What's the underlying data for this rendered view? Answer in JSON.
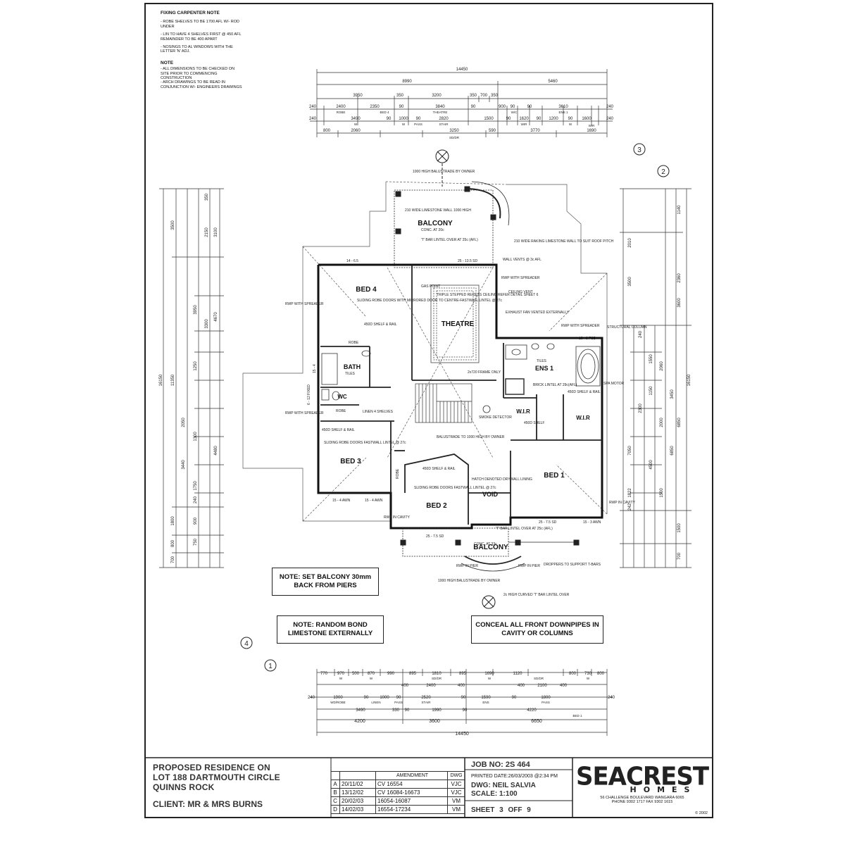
{
  "fixing_note": {
    "title": "FIXING CARPENTER NOTE",
    "items": [
      "- ROBE SHELVES TO BE 1700 AFL W/- ROD UNDER",
      "- LIN TO HAVE 4 SHELVES FIRST @ 450 AFL REMAINDER TO BE 400 APART",
      "- NOSINGS TO AL WINDOWS WITH THE LETTER 'N' ADJ."
    ],
    "note_title": "NOTE",
    "note_items": [
      "- ALL DIMENSIONS TO BE CHECKED ON SITE PRIOR TO COMMENCING CONSTRUCTION",
      "- ARCH DRAWINGS TO BE READ IN CONJUNCTION W/- ENGINEERS DRAWINGS"
    ]
  },
  "top_dims": {
    "overall": "14450",
    "row1": [
      "8990",
      "5460"
    ],
    "row2": [
      "3950",
      "350",
      "3200",
      "350",
      "700",
      "350"
    ],
    "row3": [
      "240",
      "2400",
      "2350",
      "90",
      "3840",
      "90",
      "900",
      "90",
      "90",
      "3610",
      "240"
    ],
    "row4": [
      "240",
      "3490",
      "90",
      "1000",
      "90",
      "2820",
      "1500",
      "90",
      "1620",
      "90",
      "1200",
      "90",
      "1600",
      "240"
    ],
    "row5": [
      "800",
      "2060",
      "3250",
      "590",
      "3770",
      "1690"
    ],
    "row3_labels": [
      "ROBE",
      "BED 4",
      "THEATRE",
      "W/C",
      "ENS 1",
      "WIR"
    ],
    "row4_labels": [
      "W",
      "W",
      "PASS",
      "STAIR",
      "WIR",
      "W"
    ],
    "row5_label": "SD/DR"
  },
  "bottom_dims": {
    "overall": "14450",
    "row1": [
      "770",
      "970",
      "500",
      "870",
      "990",
      "895",
      "1810",
      "895",
      "1690",
      "1120",
      "800",
      "730",
      "800"
    ],
    "row2": [
      "400",
      "2400",
      "400",
      "400",
      "2100",
      "400"
    ],
    "row3": [
      "240",
      "1900",
      "90",
      "1000",
      "90",
      "2520",
      "90",
      "1590",
      "90",
      "1800",
      "240"
    ],
    "row4": [
      "3490",
      "330",
      "90",
      "1990",
      "90",
      "4220"
    ],
    "row5": [
      "4200",
      "3600",
      "6650"
    ],
    "row1_labels": [
      "W",
      "W",
      "SD/DR",
      "W",
      "SD/DR",
      "W"
    ],
    "row3_labels": [
      "WD/ROBE",
      "LINEN",
      "PASS",
      "STAIR",
      "ENS",
      "PASS",
      "BED 1"
    ]
  },
  "left_dims": {
    "overall": "16150",
    "sub": [
      "3500",
      "11350",
      "1800",
      "700",
      "800"
    ],
    "inner": [
      "350",
      "2150",
      "3100",
      "3950",
      "3300",
      "4670",
      "1250",
      "2050",
      "3440",
      "4480",
      "1750",
      "240",
      "900",
      "750",
      "1300"
    ]
  },
  "right_dims": {
    "overall": "16150",
    "sub": [
      "1140",
      "2360",
      "3600",
      "6850",
      "1500",
      "700"
    ],
    "inner": [
      "3500",
      "2010",
      "240",
      "1550",
      "2060",
      "3450",
      "6850",
      "7050",
      "4500",
      "1822",
      "242",
      "1500",
      "2000",
      "1150",
      "2300"
    ]
  },
  "rooms": {
    "bed4": "BED 4",
    "theatre": "THEATRE",
    "bath": "BATH",
    "wc": "WC",
    "ens1": "ENS 1",
    "wir1": "W.I.R",
    "wir2": "W.I.R",
    "bed3": "BED 3",
    "bed2": "BED 2",
    "void": "VOID",
    "bed1": "BED 1",
    "balcony_top": "BALCONY",
    "balcony_bottom": "BALCONY"
  },
  "annotations": {
    "balustrade_top": "1000 HIGH BALUSTRADE BY OWNER",
    "limestone_wall": "210 WIDE LIMESTONE WALL 1000 HIGH",
    "balcony_conc": "CONC. AT 20c",
    "t_bar_lintel": "'T' BAR LINTEL OVER AT 25c (AFL)",
    "raking_wall": "210 WIDE RAKING LIMESTONE WALL TO SUIT ROOF PITCH",
    "wall_vents": "WALL VENTS @ 3c AFL",
    "rwp_spreader_right": "RWP WITH SPREADER",
    "ceiling_vent": "CEILING VENT",
    "exhaust_fan": "EXHAUST FAN VENTED EXTERNALLY",
    "rwp_spreader_right2": "RWP WITH SPREADER",
    "structural_column": "STRUCTURAL COLUMN",
    "rwp_spreader_left": "RWP WITH SPREADER",
    "sliding_robe_bed4": "SLIDING ROBE DOORS WITH MIRRORED DOOR TO CENTRE-FASTWALL LINTEL @ 27c",
    "shelf_rail_bed4": "450D SHELF & RAIL",
    "robe_bed4": "ROBE",
    "triple_stepped": "TRIPLE STEPPED RECESS CEILING REFER DETAIL SHEET 6",
    "gas_point": "GAS POINT",
    "tiles_bath": "TILES",
    "frame_only": "2x720 FRAME ONLY",
    "smoke_detector": "SMOKE DETECTOR",
    "tiles_ens": "TILES",
    "brick_lintel": "BRICK LINTEL AT 29c(AFL)",
    "shelf_rail_ens": "450D SHELF & RAIL",
    "spa_motor": "SPA MOTOR",
    "shelf_wir": "450D SHELF",
    "rwp_spreader_left2": "RWP WITH SPREADER",
    "robe_wc": "ROBE",
    "shelves_linen": "LINEN 4 SHELVES",
    "shelf_rail_bed3": "450D SHELF & RAIL",
    "sliding_robe_bed3": "SLIDING ROBE DOORS FASTWALL LINTEL @ 27c",
    "balustrade_stair": "BALUSTRADE TO 1000 HIGH BY OWNER",
    "shelf_rail_bed2": "450D SHELF & RAIL",
    "sliding_robe_bed2": "SLIDING ROBE DOORS FASTWALL LINTEL @ 27c",
    "hatch": "HATCH DENOTED DRYWALL LINING",
    "robe_bed2": "ROBE",
    "rwp_cavity_left": "RWP IN CAVITY",
    "rwp_cavity_right": "RWP IN CAVITY",
    "t_bar_bottom": "'T' BAR LINTEL OVER AT 25c (AFL)",
    "conc_bottom": "CONC. AT 33c",
    "rwp_pier_left": "RWP IN PIER",
    "rwp_pier_right": "RWP IN PIER",
    "droppers": "DROPPERS TO SUPPORT T-BARS",
    "balustrade_bottom": "1000 HIGH BALUSTRADE BY OWNER",
    "curved_lintel": "2c HIGH CURVED 'T' BAR LINTEL OVER",
    "window_top_bed4": "14 - 6.5",
    "window_top_theatre": "25 - 13.5 SD",
    "window_bed3": "15 - 4 AWN",
    "window_bed3b": "15 - 4 AWN",
    "window_bed2": "25 - 7.5 SD",
    "window_bed1": "25 - 7.5 SD",
    "window_bed1b": "15 - 3 AWN",
    "window_bath": "15 - 4",
    "window_ens": "15 - 8 FSD",
    "window_wc": "6 - 12 FIXED"
  },
  "box_notes": {
    "balcony_note": "NOTE: SET BALCONY 30mm BACK FROM PIERS",
    "limestone_note": "NOTE: RANDOM BOND LIMESTONE EXTERNALLY",
    "downpipes_note": "CONCEAL ALL FRONT DOWNPIPES IN CAVITY OR COLUMNS"
  },
  "section_markers": [
    "1",
    "2",
    "3",
    "4"
  ],
  "title_block": {
    "project_line1": "PROPOSED RESIDENCE ON",
    "project_line2": "LOT 188 DARTMOUTH CIRCLE",
    "project_line3": "QUINNS ROCK",
    "client": "CLIENT:  MR & MRS BURNS",
    "amendment_header": [
      "",
      "",
      "AMENDMENT",
      "DWG"
    ],
    "amendments": [
      [
        "A",
        "20/11/02",
        "CV 16554",
        "VJC"
      ],
      [
        "B",
        "13/12/02",
        "CV 16084-16673",
        "VJC"
      ],
      [
        "C",
        "20/02/03",
        "16054-16087",
        "VM"
      ],
      [
        "D",
        "14/02/03",
        "16554-17234",
        "VM"
      ]
    ],
    "job_no": "JOB NO: 2S 464",
    "printed": "PRINTED DATE:26/03/2003     @2:34 PM",
    "dwg": "DWG: NEIL SALVIA",
    "scale": "SCALE: 1:100",
    "sheet": "SHEET   3 OFF 9",
    "logo_top": "SEACREST",
    "logo_bottom": "HOMES",
    "logo_address": "56 CHALLENGE BOULEVARD  WANGARA 6065",
    "logo_phone": "PHONE  9302 1717    FAX  9302 1615",
    "logo_year": "2002"
  }
}
